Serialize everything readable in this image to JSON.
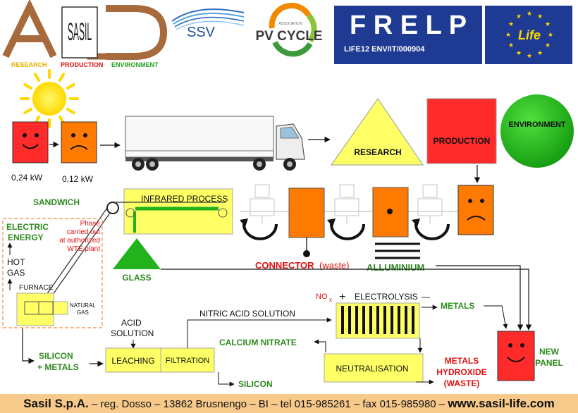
{
  "logos": {
    "sasil_name": "SASIL",
    "sasil_tagline": {
      "research": "RESEARCH",
      "production": "PRODUCTION",
      "environment": "ENVIRONMENT"
    },
    "ssv": "SSV",
    "pv_cycle_small": "ASSOCIATION",
    "pv_cycle": "PV CYCLE",
    "frelp": "F R E L P",
    "frelp_code": "LIFE12 ENV/IT/000904",
    "life": "Life"
  },
  "top_row": {
    "panel_power_1": "0,24 kW",
    "panel_power_2": "0,12 kW",
    "research": "RESEARCH",
    "production": "PRODUCTION",
    "environment": "ENVIRONMENT"
  },
  "process": {
    "sandwich": "SANDWICH",
    "infrared": "INFRARED PROCESS",
    "glass": "GLASS",
    "connector": "CONNECTOR",
    "connector_note": "(waste)",
    "aluminium": "ALLUMINIUM",
    "electric_energy": [
      "ELECTRIC",
      "ENERGY"
    ],
    "hot_gas": [
      "HOT",
      "GAS"
    ],
    "furnace": "FURNACE",
    "natural_gas": [
      "NATURAL",
      "GAS"
    ],
    "phase_note": [
      "Phase",
      "carried out",
      "at authorized",
      "WTE plant"
    ],
    "silicon_metals": [
      "SILICON",
      "+ METALS"
    ],
    "acid_solution": [
      "ACID",
      "SOLUTION"
    ],
    "leaching": "LEACHING",
    "filtration": "FILTRATION",
    "nitric_acid": "NITRIC ACID SOLUTION",
    "nox": "NO",
    "nox_sub": "x",
    "plus": "+",
    "electrolysis": "ELECTROLYSIS",
    "minus": "—",
    "metals": "METALS",
    "calcium_nitrate": "CALCIUM NITRATE",
    "neutralisation": "NEUTRALISATION",
    "metals_hydroxide": [
      "METALS",
      "HYDROXIDE",
      "(WASTE)"
    ],
    "new_panel": [
      "NEW",
      "PANEL"
    ],
    "silicon": "SILICON"
  },
  "footer": {
    "company": "Sasil S.p.A.",
    "address": " – reg. Dosso – 13862 Brusnengo – BI – tel 015-985261 – fax  015-985980 – ",
    "website": "www.sasil-life.com"
  },
  "colors": {
    "yellow": "#ffff66",
    "red": "#ff2a2a",
    "orange": "#ff7a00",
    "green_text": "#2e8b1f",
    "green_circle": "#22b21c",
    "blue_flag": "#1f3a93",
    "brown": "#a66a3c"
  }
}
